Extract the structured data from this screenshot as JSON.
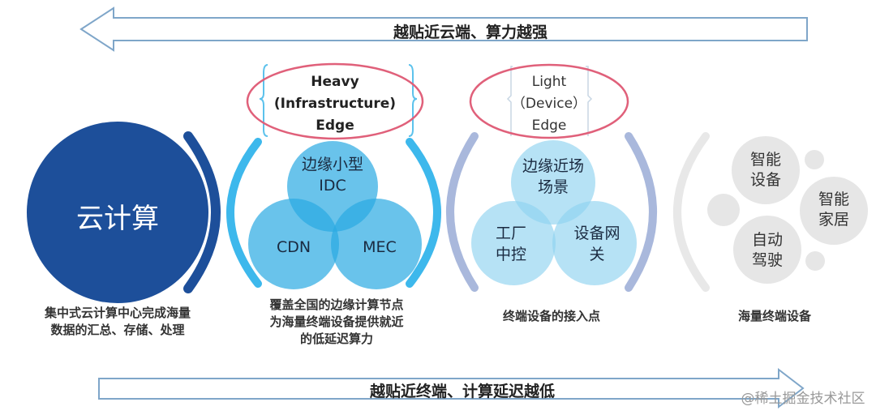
{
  "top_arrow": {
    "label": "越贴近云端、算力越强"
  },
  "bottom_arrow": {
    "label": "越贴近终端、计算延迟越低"
  },
  "cloud": {
    "label": "云计算",
    "caption": [
      "集中式云计算中心完成海量",
      "数据的汇总、存储、处理"
    ]
  },
  "heavy_edge": {
    "title": [
      "Heavy",
      "(Infrastructure)",
      "Edge"
    ],
    "circles": [
      "边缘小型\nIDC",
      "CDN",
      "MEC"
    ],
    "top_lines": [
      "边缘小型",
      "IDC"
    ],
    "caption": [
      "覆盖全国的边缘计算节点",
      "为海量终端设备提供就近",
      "的低延迟算力"
    ]
  },
  "light_edge": {
    "title": [
      "Light",
      "（Device）",
      "Edge"
    ],
    "top_lines": [
      "边缘近场",
      "场景"
    ],
    "left_lines": [
      "工厂",
      "中控"
    ],
    "right_lines": [
      "设备网",
      "关"
    ],
    "caption": "终端设备的接入点"
  },
  "devices": {
    "smart_device": [
      "智能",
      "设备"
    ],
    "smart_home": [
      "智能",
      "家居"
    ],
    "autonomous": [
      "自动",
      "驾驶"
    ],
    "caption": "海量终端设备"
  },
  "watermark": "@稀土掘金技术社区",
  "colors": {
    "cloud": "#1d4f9a",
    "heavy": "#2aa9e2",
    "light": "#a6dcf3",
    "pink": "#e0607a",
    "grey": "#e6e6e6"
  }
}
